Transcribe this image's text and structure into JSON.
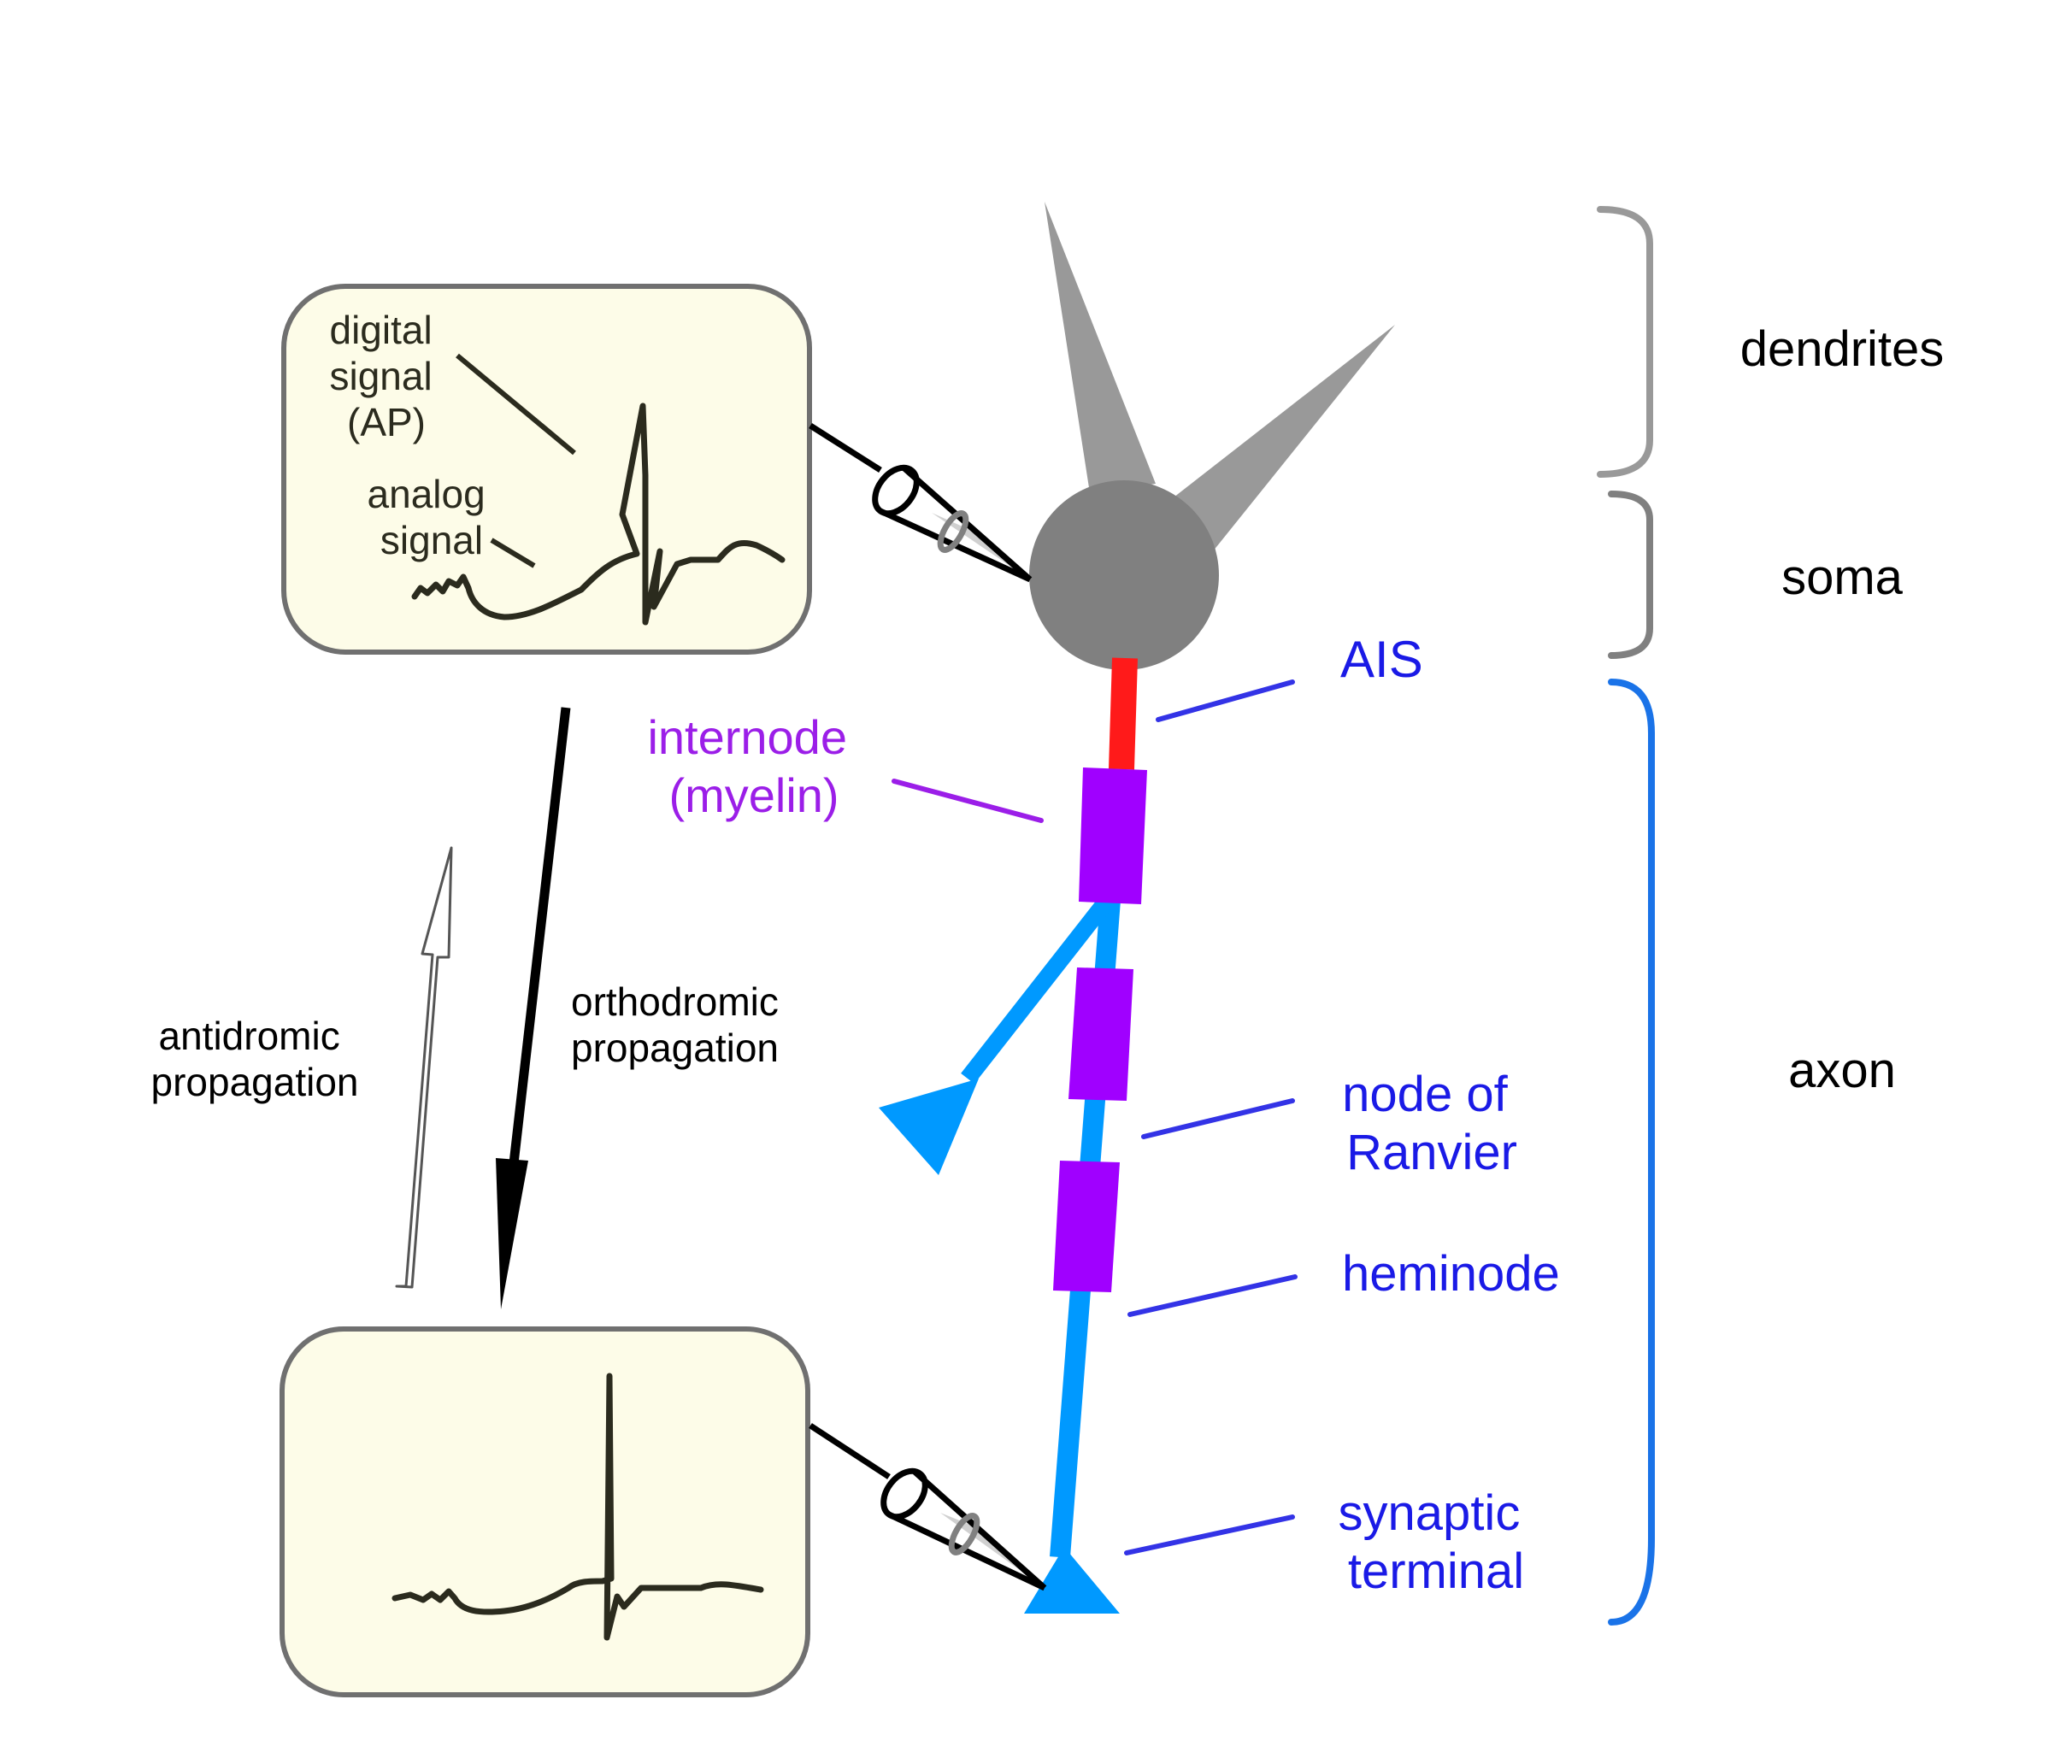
{
  "regions": {
    "dendrites": "dendrites",
    "soma": "soma",
    "axon": "axon"
  },
  "structures": {
    "ais": "AIS",
    "internode_line1": "internode",
    "internode_line2": "(myelin)",
    "node_line1": "node of",
    "node_line2": "Ranvier",
    "heminode": "heminode",
    "terminal_line1": "synaptic",
    "terminal_line2": "terminal"
  },
  "recording_box_top": {
    "digital_line1": "digital",
    "digital_line2": "signal",
    "digital_line3": "(AP)",
    "analog_line1": "analog",
    "analog_line2": "signal"
  },
  "propagation": {
    "antidromic_line1": "antidromic",
    "antidromic_line2": "propagation",
    "orthodromic_line1": "orthodromic",
    "orthodromic_line2": "propagation"
  },
  "colors": {
    "soma": "#808080",
    "dendrite": "#999999",
    "ais": "#ff1a1a",
    "myelin": "#a000ff",
    "axon": "#0099ff",
    "structure_label": "#1a1ae6",
    "myelin_label": "#9b1ee8",
    "box_fill": "#fdfce8",
    "box_border": "#707070",
    "axon_bracket": "#1a73e8",
    "upper_bracket": "#999999"
  },
  "icons": {
    "electrode": "recording-pipette-icon",
    "arrow_down": "solid-arrow-down-icon",
    "arrow_up": "hollow-arrow-up-icon"
  }
}
